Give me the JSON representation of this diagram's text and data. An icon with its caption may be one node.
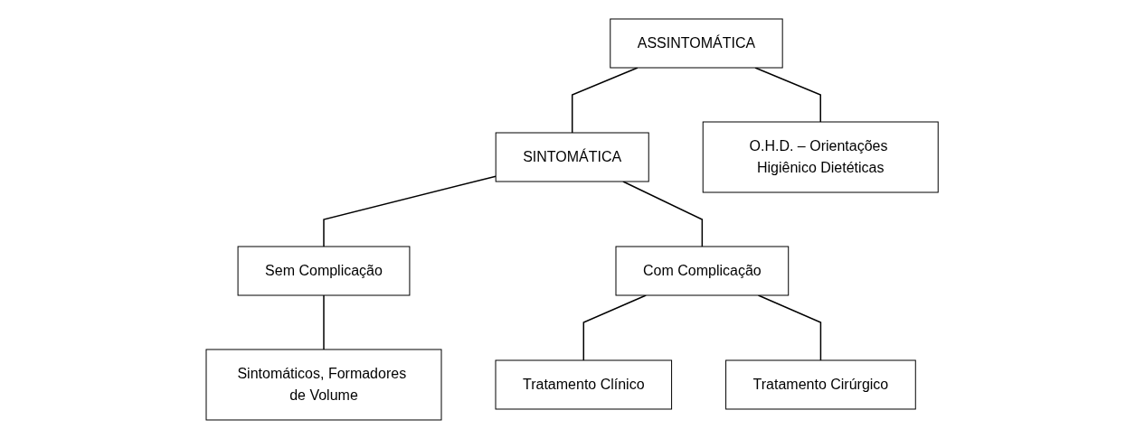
{
  "diagram": {
    "nodes": [
      {
        "text": [
          "ASSINTOMÁTICA"
        ]
      },
      {
        "text": [
          "SINTOMÁTICA"
        ]
      },
      {
        "text": [
          "O.H.D. – Orientações Higiênico Dietéticas"
        ]
      },
      {
        "text": [
          "Sem Complicação"
        ]
      },
      {
        "text": [
          "Com Complicação"
        ]
      },
      {
        "text": [
          "Sintomáticos, Formadores de Volume"
        ]
      },
      {
        "text": [
          "Tratamento Clínico"
        ]
      },
      {
        "text": [
          "Tratamento Cirúrgico"
        ]
      }
    ],
    "edges": [
      {
        "from": 0,
        "to": 1,
        "arrow": "none"
      },
      {
        "from": 0,
        "to": 2,
        "arrow": "none"
      },
      {
        "from": 1,
        "to": 3,
        "arrow": "none"
      },
      {
        "from": 1,
        "to": 4,
        "arrow": "none"
      },
      {
        "from": 3,
        "to": 5,
        "arrow": "none"
      },
      {
        "from": 4,
        "to": 6,
        "arrow": "none"
      },
      {
        "from": 4,
        "to": 7,
        "arrow": "none"
      }
    ]
  }
}
